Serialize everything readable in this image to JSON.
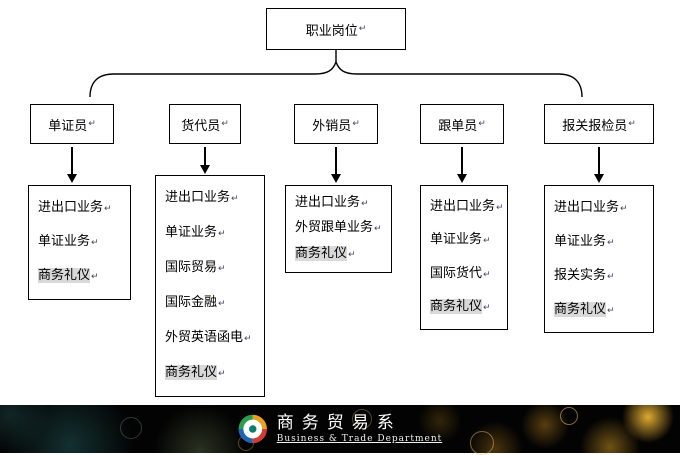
{
  "root_label": "职业岗位",
  "return_mark": "↵",
  "columns": [
    {
      "header": "单证员",
      "items": [
        "进出口业务",
        "单证业务",
        "商务礼仪"
      ]
    },
    {
      "header": "货代员",
      "items": [
        "进出口业务",
        "单证业务",
        "国际贸易",
        "国际金融",
        "外贸英语函电",
        "商务礼仪"
      ]
    },
    {
      "header": "外销员",
      "items": [
        "进出口业务",
        "外贸跟单业务",
        "商务礼仪"
      ]
    },
    {
      "header": "跟单员",
      "items": [
        "进出口业务",
        "单证业务",
        "国际货代",
        "商务礼仪"
      ]
    },
    {
      "header": "报关报检员",
      "items": [
        "进出口业务",
        "单证业务",
        "报关实务",
        "商务礼仪"
      ]
    }
  ],
  "footer": {
    "name_cn": "商务贸易系",
    "name_en": "Business & Trade Department"
  },
  "colors": {
    "highlight": "#d9d9d9",
    "banner_bg": "#030303",
    "banner_gold": "#e9b234"
  }
}
